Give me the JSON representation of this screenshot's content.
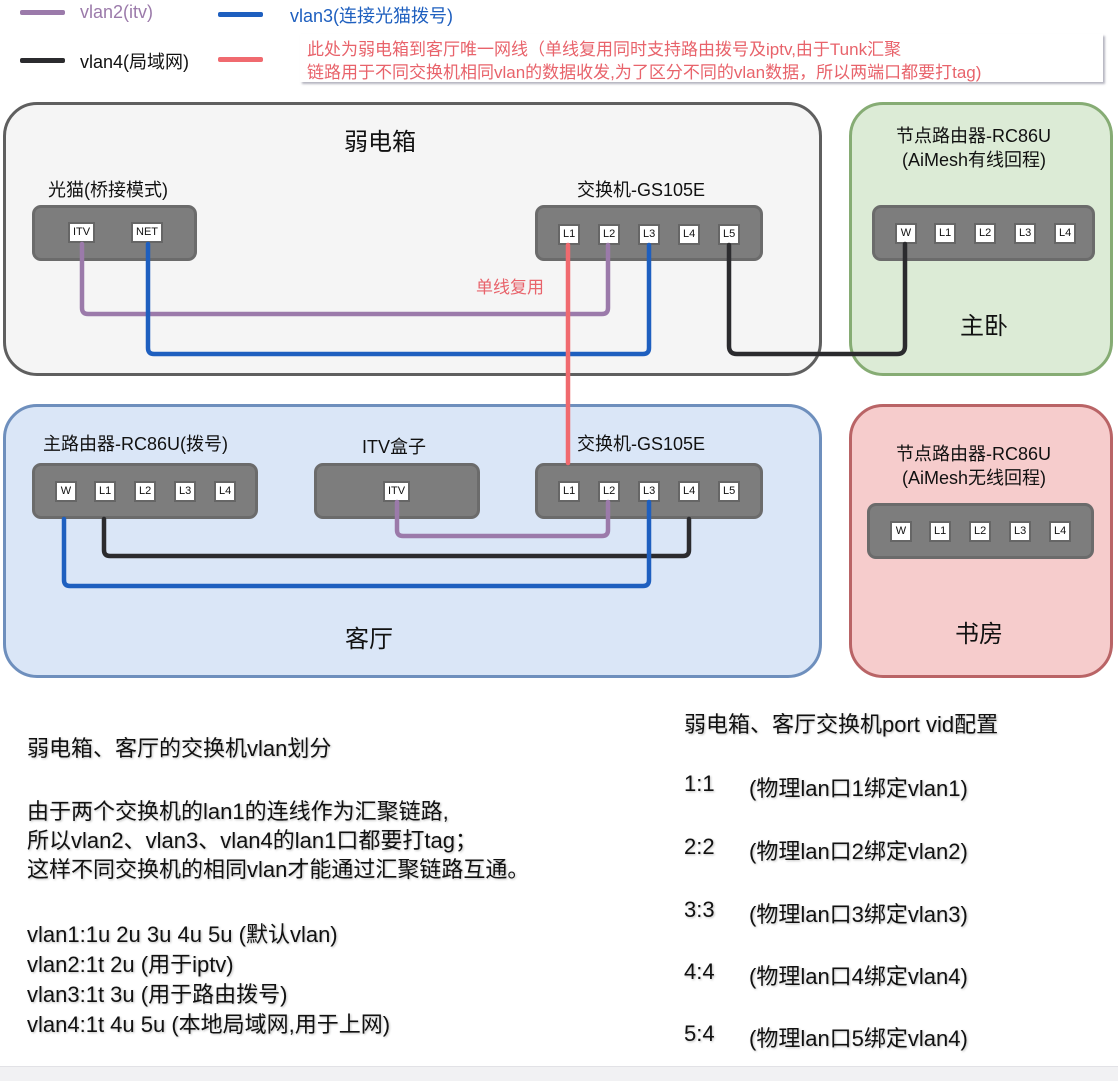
{
  "legend": {
    "items": [
      {
        "label": "vlan2(itv)",
        "color": "#9b7aaa"
      },
      {
        "label": "vlan3(连接光猫拨号)",
        "color": "#1e5fbf"
      },
      {
        "label": "vlan4(局域网)",
        "color": "#2b2b2e"
      }
    ],
    "trunk_note": {
      "color": "#f06a6f",
      "line1": "此处为弱电箱到客厅唯一网线（单线复用同时支持路由拨号及iptv,由于Tunk汇聚",
      "line2": "链路用于不同交换机相同vlan的数据收发,为了区分不同的vlan数据，所以两端口都要打tag)"
    }
  },
  "rooms": {
    "weak_box": {
      "title": "弱电箱",
      "modem": {
        "label": "光猫(桥接模式)",
        "ports": [
          "ITV",
          "NET"
        ]
      },
      "switch": {
        "label": "交换机-GS105E",
        "ports": [
          "L1",
          "L2",
          "L3",
          "L4",
          "L5"
        ]
      },
      "mux_label": "单线复用"
    },
    "master_bedroom": {
      "title": "主卧",
      "router": {
        "label_line1": "节点路由器-RC86U",
        "label_line2": "(AiMesh有线回程)",
        "ports": [
          "W",
          "L1",
          "L2",
          "L3",
          "L4"
        ]
      }
    },
    "living_room": {
      "title": "客厅",
      "router": {
        "label": "主路由器-RC86U(拨号)",
        "ports": [
          "W",
          "L1",
          "L2",
          "L3",
          "L4"
        ]
      },
      "itv_box": {
        "label": "ITV盒子",
        "ports": [
          "ITV"
        ]
      },
      "switch": {
        "label": "交换机-GS105E",
        "ports": [
          "L1",
          "L2",
          "L3",
          "L4",
          "L5"
        ]
      }
    },
    "study": {
      "title": "书房",
      "router": {
        "label_line1": "节点路由器-RC86U",
        "label_line2": "(AiMesh无线回程)",
        "ports": [
          "W",
          "L1",
          "L2",
          "L3",
          "L4"
        ]
      }
    }
  },
  "colors": {
    "vlan2": "#9b7aaa",
    "vlan3": "#1e5fbf",
    "vlan4": "#2b2b2e",
    "trunk": "#f06a6f",
    "weak_box_bg": "#f5f5f5",
    "living_bg": "#dae6f7",
    "bedroom_bg": "#dcebd6",
    "study_bg": "#f6cccc"
  },
  "vlan_section": {
    "title": "弱电箱、客厅的交换机vlan划分",
    "para": [
      "由于两个交换机的lan1的连线作为汇聚链路,",
      "所以vlan2、vlan3、vlan4的lan1口都要打tag；",
      "这样不同交换机的相同vlan才能通过汇聚链路互通。"
    ],
    "vlans": [
      "vlan1:1u 2u 3u 4u 5u (默认vlan)",
      "vlan2:1t 2u (用于iptv)",
      "vlan3:1t 3u (用于路由拨号)",
      "vlan4:1t 4u 5u (本地局域网,用于上网)"
    ]
  },
  "pvid_section": {
    "title": "弱电箱、客厅交换机port vid配置",
    "rows": [
      {
        "map": "1:1",
        "desc": "(物理lan口1绑定vlan1)"
      },
      {
        "map": "2:2",
        "desc": "(物理lan口2绑定vlan2)"
      },
      {
        "map": "3:3",
        "desc": "(物理lan口3绑定vlan3)"
      },
      {
        "map": "4:4",
        "desc": "(物理lan口4绑定vlan4)"
      },
      {
        "map": "5:4",
        "desc": "(物理lan口5绑定vlan4)"
      }
    ]
  }
}
